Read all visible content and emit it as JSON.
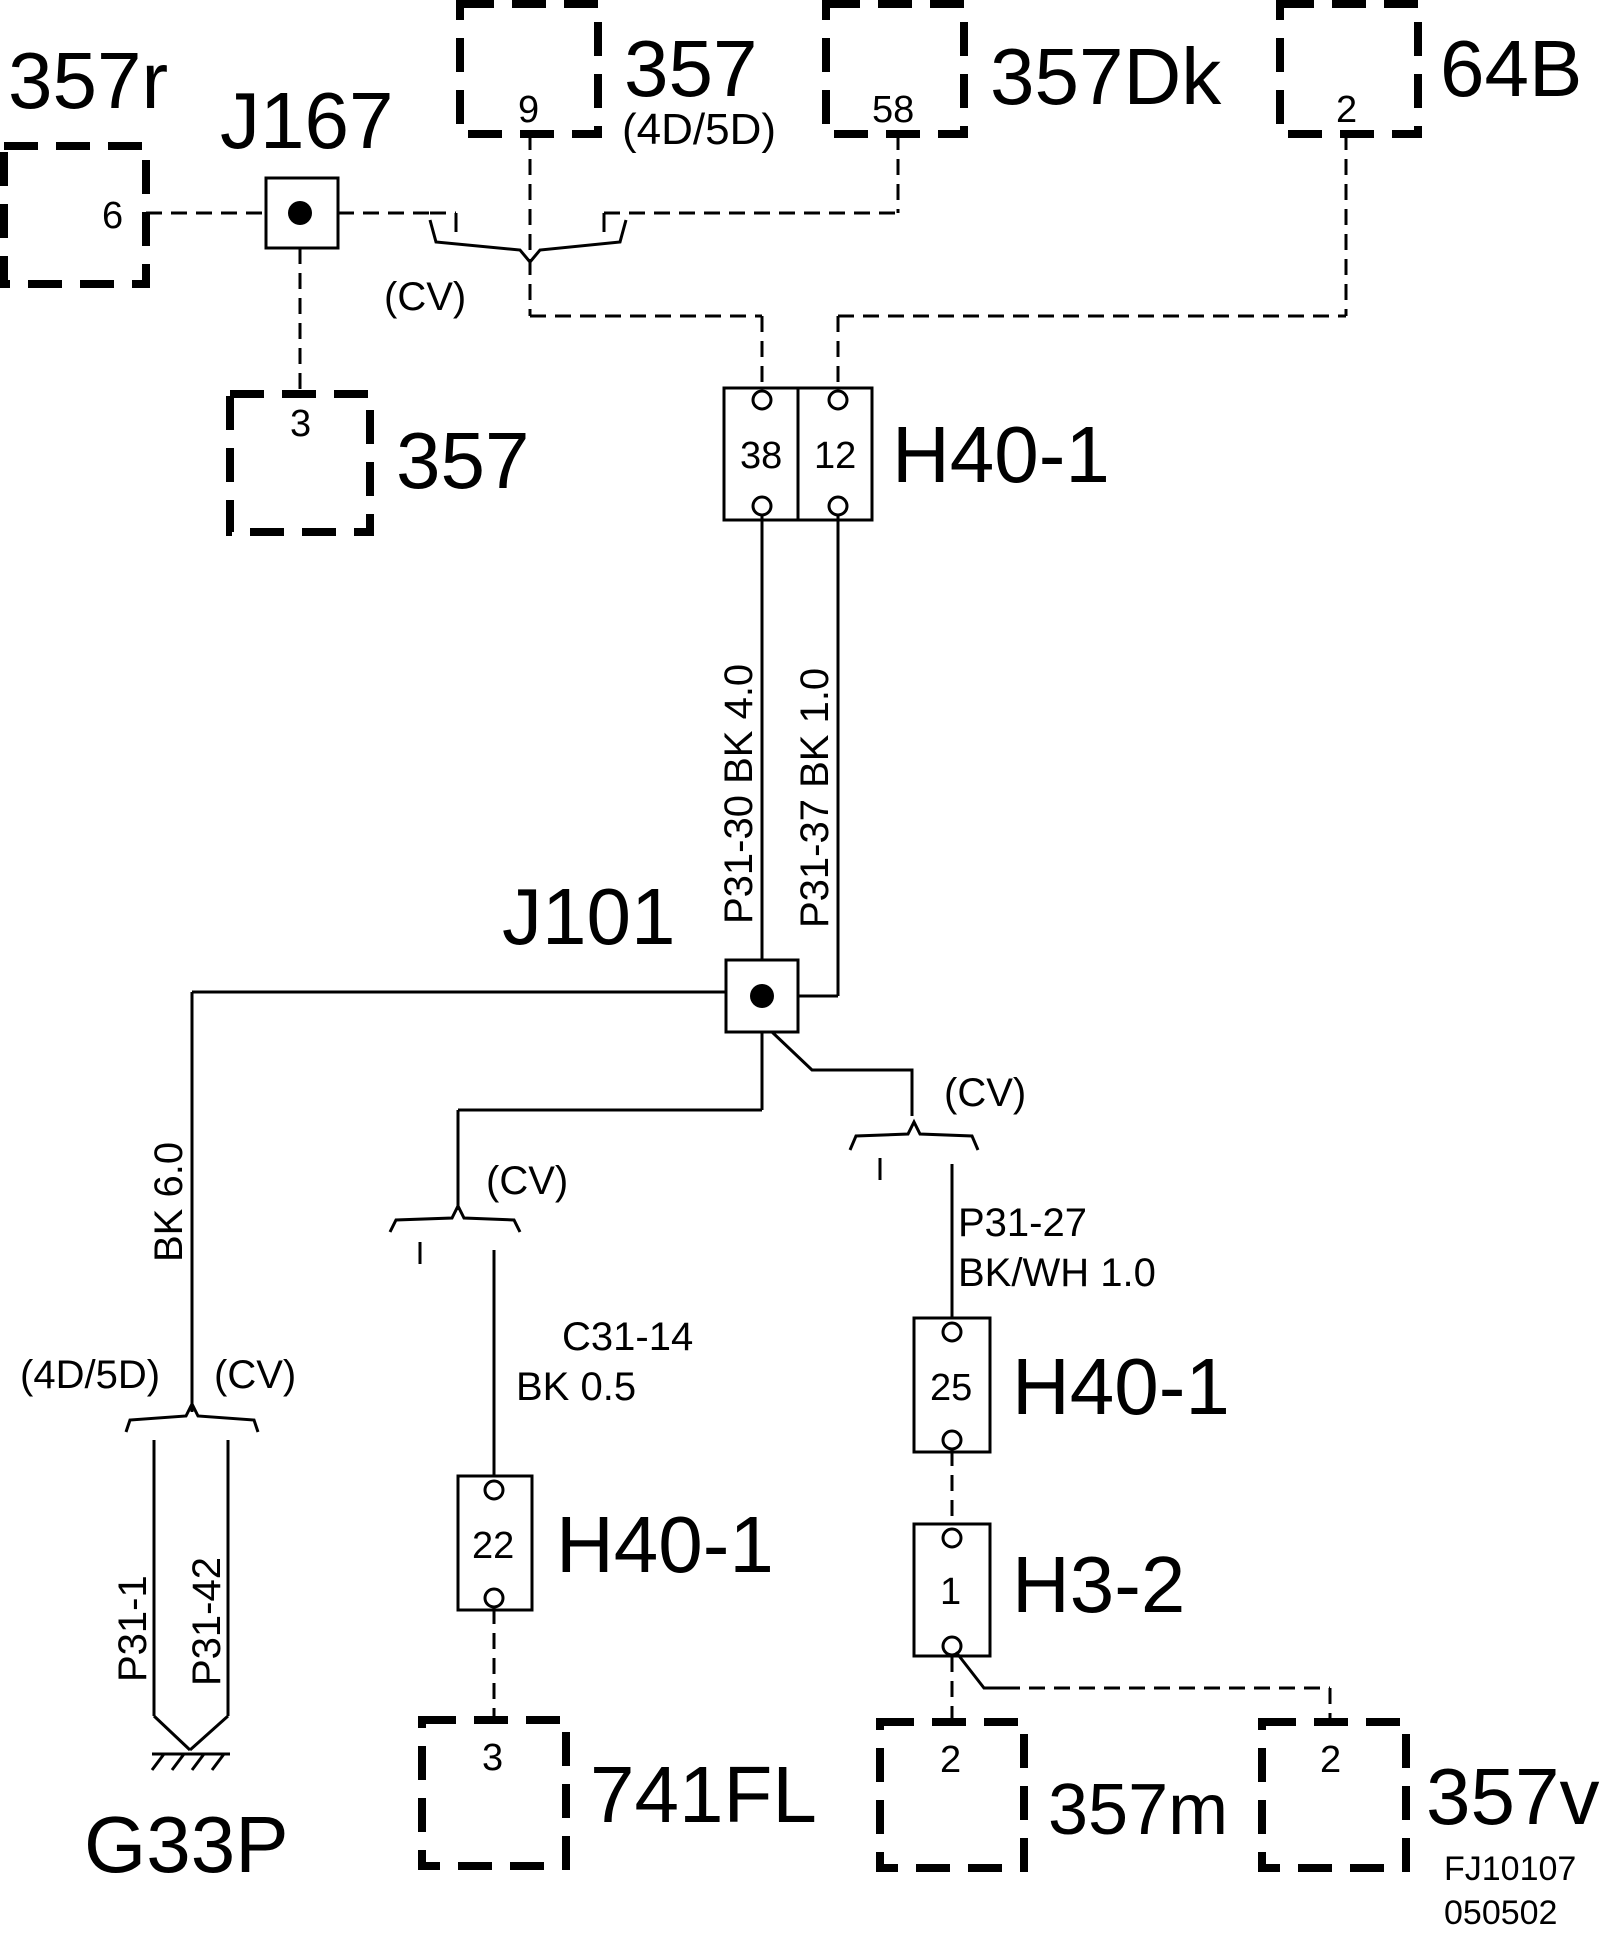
{
  "components": {
    "c357r": {
      "label": "357r",
      "pin": "6"
    },
    "c357_top": {
      "label": "357",
      "sub": "(4D/5D)",
      "pin": "9"
    },
    "c357dk": {
      "label": "357Dk",
      "pin": "58"
    },
    "c64b": {
      "label": "64B",
      "pin": "2"
    },
    "c357_mid": {
      "label": "357",
      "pin": "3"
    },
    "c741fl": {
      "label": "741FL",
      "pin": "3"
    },
    "c357m": {
      "label": "357m",
      "pin": "2"
    },
    "c357v": {
      "label": "357v",
      "pin": "2"
    }
  },
  "splices": {
    "j167": "J167",
    "j101": "J101"
  },
  "connectors": {
    "h40_top": {
      "label": "H40-1",
      "pins": [
        "38",
        "12"
      ]
    },
    "h40_25": {
      "label": "H40-1",
      "pin": "25"
    },
    "h40_22": {
      "label": "H40-1",
      "pin": "22"
    },
    "h3_2": {
      "label": "H3-2",
      "pin": "1"
    }
  },
  "ground": {
    "label": "G33P"
  },
  "variants": {
    "cv": "(CV)",
    "d45": "(4D/5D)"
  },
  "wires": {
    "p31_30": "P31-30  BK  4.0",
    "p31_37": "P31-37  BK  1.0",
    "bk60": "BK  6.0",
    "p31_27_code": "P31-27",
    "p31_27_spec": "BK/WH    1.0",
    "c31_14_code": "C31-14",
    "c31_14_spec": "BK    0.5",
    "p31_1": "P31-1",
    "p31_42": "P31-42"
  },
  "figure_code": {
    "line1": "FJ10107",
    "line2": "050502"
  }
}
